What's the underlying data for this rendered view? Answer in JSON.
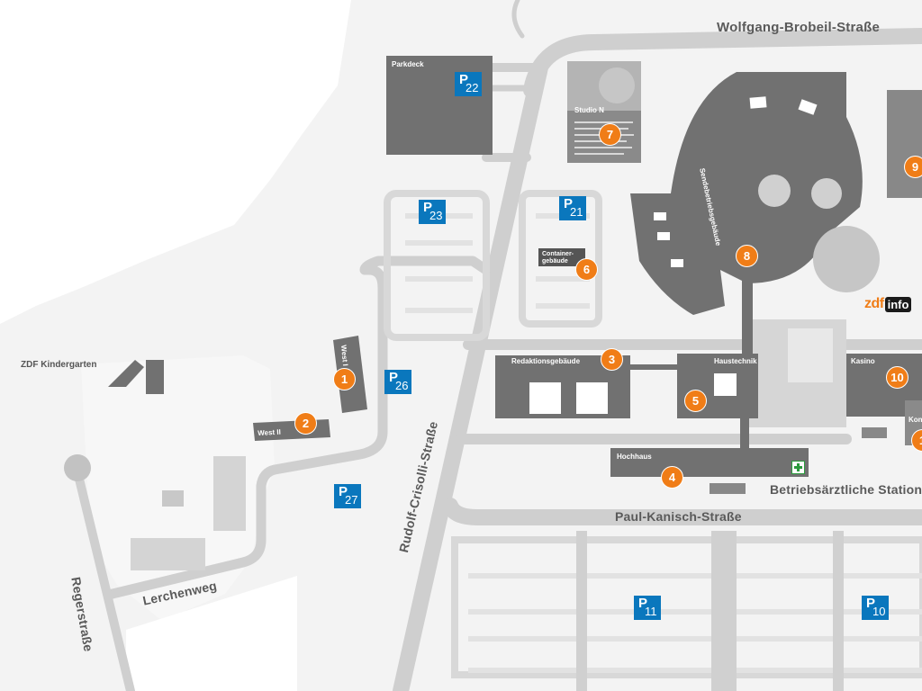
{
  "streets": {
    "wolfgang": "Wolfgang-Brobeil-Straße",
    "paul": "Paul-Kanisch-Straße",
    "rudolf": "Rudolf-Crisolli-Straße",
    "lerchenweg": "Lerchenweg",
    "reger": "Regerstraße"
  },
  "buildings": {
    "parkdeck": "Parkdeck",
    "studio_n": "Studio N",
    "sendebetrieb": "Sendebetriebsgebäude",
    "container_line1": "Container-",
    "container_line2": "gebäude",
    "redaktion": "Redaktionsgebäude",
    "haustechnik": "Haustechnik",
    "kasino": "Kasino",
    "hochhaus": "Hochhaus",
    "west1": "West I",
    "west2": "West II",
    "kindergarten": "ZDF Kindergarten",
    "kon": "Kon",
    "betriebsarzt": "Betriebsärztliche Station"
  },
  "markers": [
    "1",
    "2",
    "3",
    "4",
    "5",
    "6",
    "7",
    "8",
    "9",
    "10",
    "1"
  ],
  "parking": {
    "p_letter": "P",
    "p22": "22",
    "p23": "23",
    "p21": "21",
    "p26": "26",
    "p27": "27",
    "p11": "11",
    "p10": "10"
  },
  "logo": {
    "zdf": "zdf",
    "info": "info"
  },
  "colors": {
    "building": "#717171",
    "road": "#cfcfcf",
    "marker": "#f07d17",
    "parking": "#0a77bd",
    "background": "#f3f3f3",
    "first_aid": "#2a9b3c"
  },
  "icons": {
    "first_aid": "first-aid-cross-icon"
  }
}
